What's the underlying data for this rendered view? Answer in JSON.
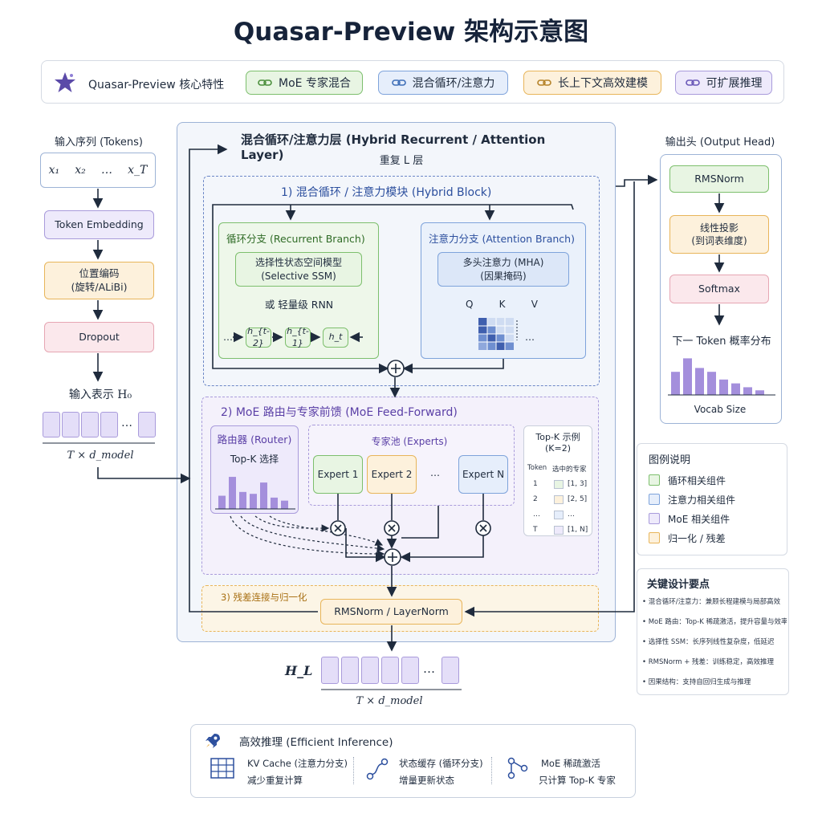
{
  "title": "Quasar-Preview 架构示意图",
  "features": {
    "label": "Quasar-Preview 核心特性",
    "chips": [
      "MoE 专家混合",
      "混合循环/注意力",
      "长上下文高效建模",
      "可扩展推理"
    ]
  },
  "input": {
    "title": "输入序列 (Tokens)",
    "tokens": [
      "x₁",
      "x₂",
      "…",
      "x_T"
    ],
    "embedding": "Token Embedding",
    "position": "位置编码\n(旋转/ALiBi)",
    "dropout": "Dropout",
    "repr": "输入表示 H₀",
    "dims": "T × d_model"
  },
  "main": {
    "title": "混合循环/注意力层 (Hybrid Recurrent / Attention Layer)",
    "repeat": "重复 L 层",
    "block1": {
      "title": "1) 混合循环 / 注意力模块 (Hybrid Block)",
      "recurrent_title": "循环分支 (Recurrent Branch)",
      "ssm": "选择性状态空间模型\n(Selective SSM)",
      "or_rnn": "或 轻量级 RNN",
      "states": [
        "h_{t-2}",
        "h_{t-1}",
        "h_t"
      ],
      "attention_title": "注意力分支 (Attention Branch)",
      "mha": "多头注意力 (MHA)\n(因果掩码)",
      "qkv": [
        "Q",
        "K",
        "V"
      ]
    },
    "block2": {
      "title": "2) MoE 路由与专家前馈 (MoE Feed-Forward)",
      "router_title": "路由器 (Router)",
      "router_sub": "Top-K 选择",
      "router_values": [
        0.35,
        0.85,
        0.45,
        0.4,
        0.7,
        0.3,
        0.22
      ],
      "pool_title": "专家池 (Experts)",
      "experts": [
        "Expert 1",
        "Expert 2",
        "…",
        "Expert N"
      ],
      "topk_title": "Top-K 示例\n(K=2)",
      "topk_header": [
        "Token",
        "选中的专家"
      ],
      "topk_rows": [
        {
          "token": "1",
          "experts": "[1, 3]",
          "color": "#e8f5e3"
        },
        {
          "token": "2",
          "experts": "[2, 5]",
          "color": "#fdf1dc"
        },
        {
          "token": "…",
          "experts": "…",
          "color": "#e6eefb"
        },
        {
          "token": "T",
          "experts": "[1, N]",
          "color": "#eeeafb"
        }
      ]
    },
    "block3": {
      "title": "3) 残差连接与归一化",
      "norm": "RMSNorm / LayerNorm"
    }
  },
  "output_repr": {
    "label": "H_L",
    "dims": "T × d_model"
  },
  "head": {
    "title": "输出头 (Output Head)",
    "rmsnorm": "RMSNorm",
    "proj": "线性投影\n(到词表维度)",
    "softmax": "Softmax",
    "dist_title": "下一 Token 概率分布",
    "dist_values": [
      0.6,
      0.95,
      0.7,
      0.6,
      0.4,
      0.3,
      0.2,
      0.12
    ],
    "vocab": "Vocab Size"
  },
  "legend": {
    "title": "图例说明",
    "items": [
      {
        "label": "循环相关组件",
        "color": "#e8f5e3",
        "border": "#7dbf6d"
      },
      {
        "label": "注意力相关组件",
        "color": "#e6eefb",
        "border": "#7ea3db"
      },
      {
        "label": "MoE 相关组件",
        "color": "#eeeafb",
        "border": "#a99bdb"
      },
      {
        "label": "归一化 / 残差",
        "color": "#fdf1dc",
        "border": "#e8b55a"
      }
    ]
  },
  "key_points": {
    "title": "关键设计要点",
    "items": [
      "混合循环/注意力：兼顾长程建模与局部高效",
      "MoE 路由：Top-K 稀疏激活，提升容量与效率",
      "选择性 SSM：长序列线性复杂度，低延迟",
      "RMSNorm + 残差：训练稳定，高效推理",
      "因果结构：支持自回归生成与推理"
    ]
  },
  "inference": {
    "title": "高效推理 (Efficient Inference)",
    "items": [
      {
        "title": "KV Cache (注意力分支)",
        "sub": "减少重复计算"
      },
      {
        "title": "状态缓存 (循环分支)",
        "sub": "增量更新状态"
      },
      {
        "title": "MoE 稀疏激活",
        "sub": "只计算 Top-K 专家"
      }
    ]
  },
  "colors": {
    "green": "#7dbf6d",
    "blue": "#7ea3db",
    "purple": "#a99bdb",
    "orange": "#e8b55a",
    "pink": "#e6a6b3",
    "arrow": "#1f2b3d",
    "bar_purple": "#a48fdc"
  }
}
